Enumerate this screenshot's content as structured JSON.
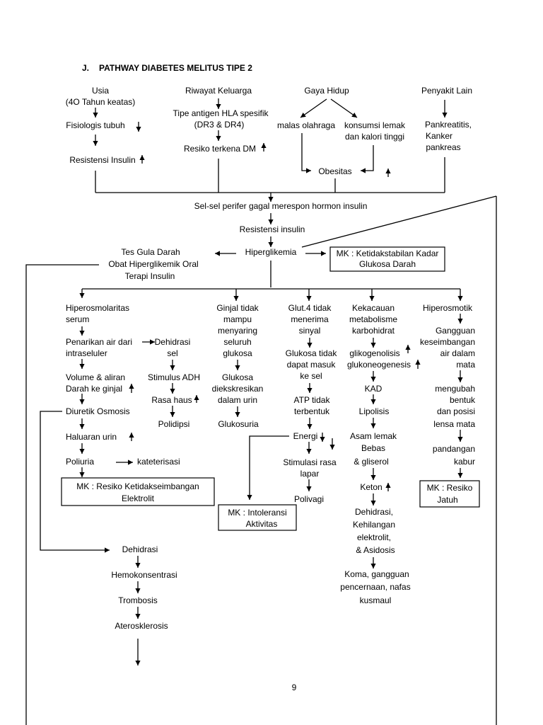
{
  "heading": {
    "letter": "J.",
    "title": "PATHWAY DIABETES MELITUS TIPE 2"
  },
  "causes": {
    "usia": [
      "Usia",
      "(4O Tahun keatas)"
    ],
    "fisiologis": "Fisiologis tubuh",
    "resistensi_insulin_1": "Resistensi Insulin",
    "riwayat": "Riwayat Keluarga",
    "tipe_antigen": [
      "Tipe antigen HLA spesifik",
      "(DR3 & DR4)"
    ],
    "resiko_dm": "Resiko terkena DM",
    "gaya_hidup": "Gaya Hidup",
    "malas": "malas olahraga",
    "konsumsi": [
      "konsumsi lemak",
      "dan kalori tinggi"
    ],
    "obesitas": "Obesitas",
    "penyakit_lain": "Penyakit Lain",
    "pankreatitis": [
      "Pankreatitis,",
      "Kanker",
      "pankreas"
    ]
  },
  "core": {
    "sel_perifer": "Sel-sel perifer gagal merespon hormon insulin",
    "resistensi_insulin_2": "Resistensi insulin",
    "hiperglikemia": "Hiperglikemia",
    "penanganan": [
      "Tes Gula Darah",
      "Obat Hiperglikemik Oral",
      "Terapi Insulin"
    ],
    "mk_glukosa": [
      "MK : Ketidakstabilan Kadar",
      "Glukosa Darah"
    ]
  },
  "col1": {
    "hiperosmolaritas": [
      "Hiperosmolaritas",
      "serum"
    ],
    "penarikan": [
      "Penarikan air dari",
      "intraseluler"
    ],
    "volume": [
      "Volume & aliran",
      "Darah ke ginjal"
    ],
    "diuretik": "Diuretik Osmosis",
    "haluaran": "Haluaran urin",
    "poliuria": "Poliuria",
    "kateterisasi": "kateterisasi",
    "mk_elektrolit": [
      "MK : Resiko Ketidakseimbangan",
      "Elektrolit"
    ]
  },
  "col1b": {
    "dehidrasi_sel": [
      "Dehidrasi",
      "sel"
    ],
    "stimulus_adh": "Stimulus ADH",
    "rasa_haus": "Rasa haus",
    "polidipsi": "Polidipsi"
  },
  "col2": {
    "ginjal": [
      "Ginjal tidak",
      "mampu",
      "menyaring",
      "seluruh",
      "glukosa"
    ],
    "glukosa_diekskresikan": [
      "Glukosa",
      "diekskresikan",
      "dalam urin"
    ],
    "glukosuria": "Glukosuria"
  },
  "col3": {
    "glut4": [
      "Glut.4 tidak",
      "menerima",
      "sinyal"
    ],
    "glukosa_tidak": [
      "Glukosa tidak",
      "dapat masuk",
      "ke sel"
    ],
    "atp": [
      "ATP tidak",
      "terbentuk"
    ],
    "energi": "Energi",
    "stimulasi": [
      "Stimulasi rasa",
      "lapar"
    ],
    "polivagi": "Polivagi",
    "mk_aktivitas": [
      "MK : Intoleransi",
      "Aktivitas"
    ]
  },
  "col4": {
    "kekacauan": [
      "Kekacauan",
      "metabolisme",
      "karbohidrat"
    ],
    "gliko": [
      "glikogenolisis",
      "glukoneogenesis"
    ],
    "kad": "KAD",
    "lipolisis": "Lipolisis",
    "asam_lemak": [
      "Asam lemak",
      "Bebas",
      "& gliserol"
    ],
    "keton": "Keton",
    "dehidrasi_asidosis": [
      "Dehidrasi,",
      "Kehilangan",
      "elektrolit,",
      "& Asidosis"
    ],
    "koma": [
      "Koma, gangguan",
      "pencernaan, nafas",
      "kusmaul"
    ]
  },
  "col5": {
    "hiperosmotik": "Hiperosmotik",
    "gangguan": [
      "Gangguan",
      "keseimbangan",
      "air dalam",
      "mata"
    ],
    "mengubah": [
      "mengubah",
      "bentuk",
      "dan posisi",
      "lensa mata"
    ],
    "pandangan": [
      "pandangan",
      "kabur"
    ],
    "mk_jatuh": [
      "MK : Resiko",
      "Jatuh"
    ]
  },
  "bottom": {
    "dehidrasi": "Dehidrasi",
    "hemokonsentrasi": "Hemokonsentrasi",
    "trombosis": "Trombosis",
    "aterosklerosis": "Aterosklerosis"
  },
  "page_number": "9"
}
